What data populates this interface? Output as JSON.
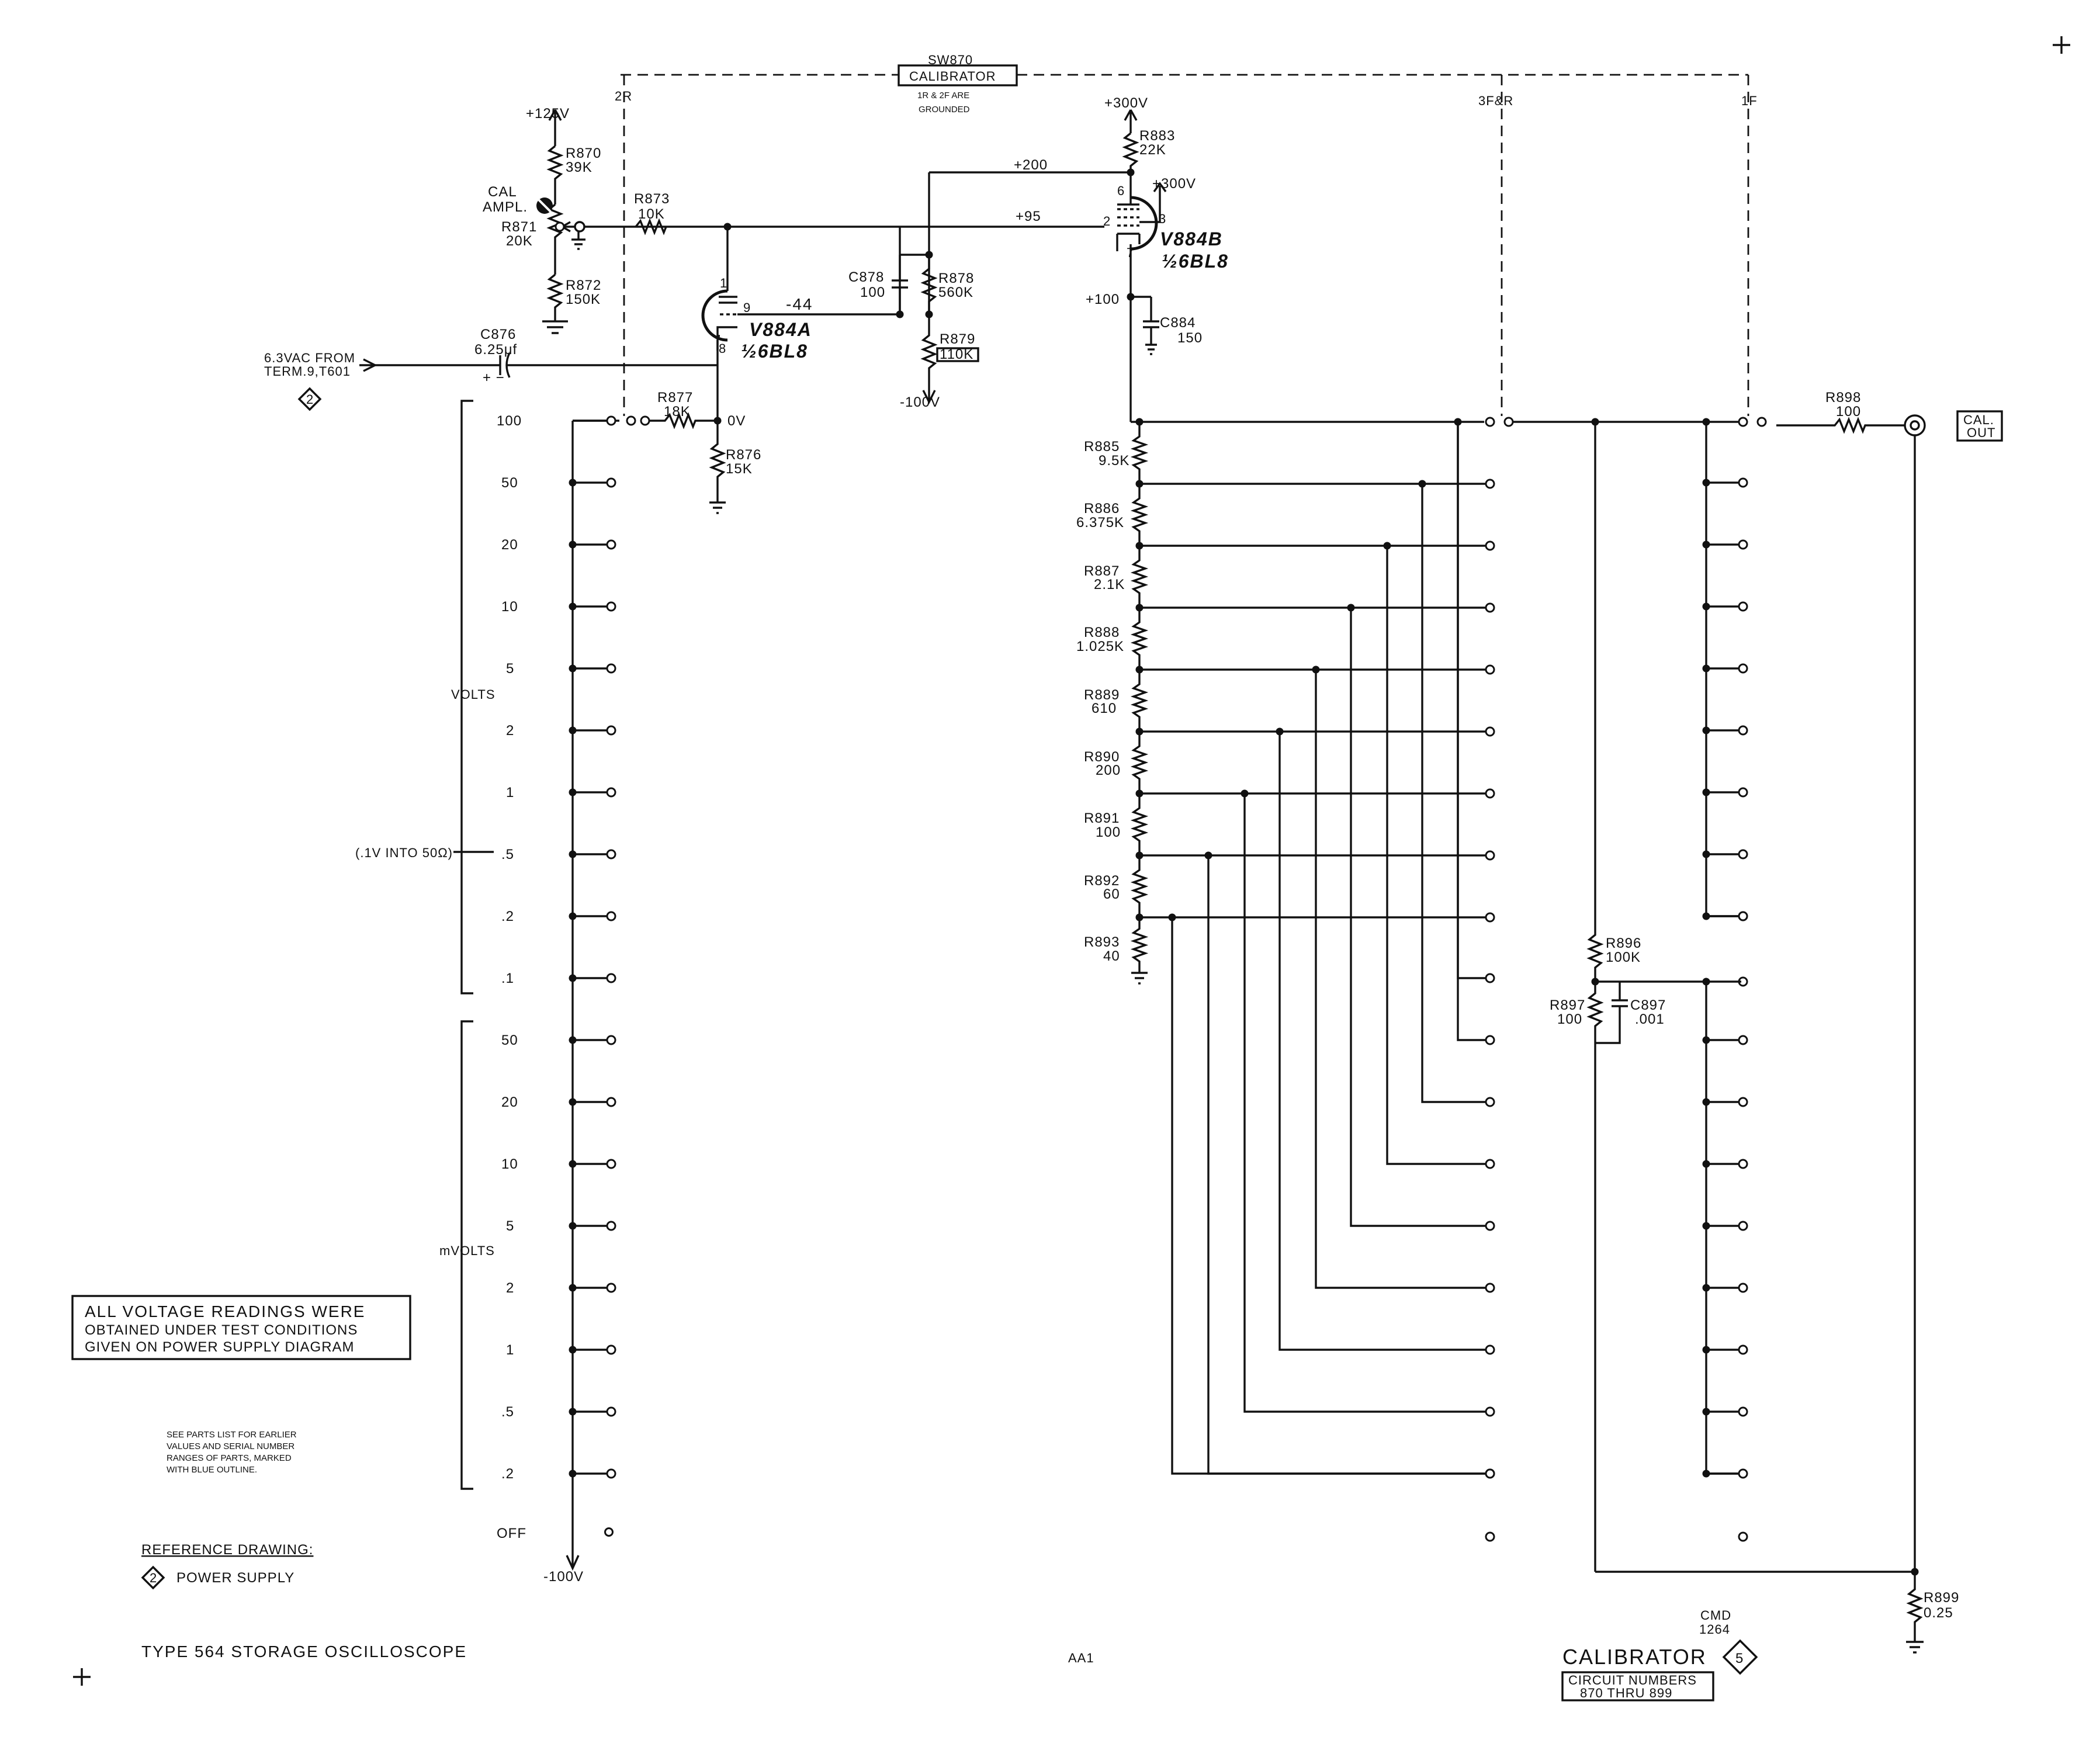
{
  "title": "TYPE 564 STORAGE OSCILLOSCOPE",
  "diagram_title": "CALIBRATOR",
  "diagram_number": "5",
  "circuit_numbers": "CIRCUIT NUMBERS 870 THRU 899",
  "cmd_label": "CMD",
  "cmd_date": "1264",
  "aa_mark": "AA1",
  "switch": {
    "name": "SW870",
    "label": "CALIBRATOR",
    "note1": "1R & 2F ARE",
    "note2": "GROUNDED",
    "pos_2r": "2R",
    "pos_3fr": "3F&R",
    "pos_1f": "1F"
  },
  "supplies": {
    "p125": "+125V",
    "p300a": "+300V",
    "p300b": "+300V",
    "m100a": "-100V",
    "m100b": "-100V"
  },
  "components": {
    "r870": "R870",
    "r870v": "39K",
    "cal_ampl": "CAL",
    "cal_ampl2": "AMPL.",
    "r871": "R871",
    "r871v": "20K",
    "r872": "R872",
    "r872v": "150K",
    "r873": "R873",
    "r873v": "10K",
    "c876": "C876",
    "c876v": "6.25μf",
    "c876_pol": "+  −",
    "src1": "6.3VAC FROM",
    "src2": "TERM.9,T601",
    "src_ref": "2",
    "v884a": "V884A",
    "v884a_t": "½6BL8",
    "v884b": "V884B",
    "v884b_t": "½6BL8",
    "c878": "C878",
    "c878v": "100",
    "r878": "R878",
    "r878v": "560K",
    "r879": "R879",
    "r879v": "110K",
    "r877": "R877",
    "r877v": "18K",
    "r876": "R876",
    "r876v": "15K",
    "r883": "R883",
    "r883v": "22K",
    "c884": "C884",
    "c884v": "150",
    "r885": "R885",
    "r885v": "9.5K",
    "r886": "R886",
    "r886v": "6.375K",
    "r887": "R887",
    "r887v": "2.1K",
    "r888": "R888",
    "r888v": "1.025K",
    "r889": "R889",
    "r889v": "610",
    "r890": "R890",
    "r890v": "200",
    "r891": "R891",
    "r891v": "100",
    "r892": "R892",
    "r892v": "60",
    "r893": "R893",
    "r893v": "40",
    "r896": "R896",
    "r896v": "100K",
    "r897": "R897",
    "r897v": "100",
    "c897": "C897",
    "c897v": ".001",
    "r898": "R898",
    "r898v": "100",
    "r899": "R899",
    "r899v": "0.25",
    "cal_out1": "CAL.",
    "cal_out2": "OUT"
  },
  "voltages": {
    "v200": "+200",
    "v95": "+95",
    "v44": "-44",
    "v100": "+100",
    "v0": "0V"
  },
  "pins": {
    "p1": "1",
    "p9": "9",
    "p8": "8",
    "p6": "6",
    "p2": "2",
    "p3": "3",
    "p7": "7"
  },
  "volts_label": "VOLTS",
  "mvolts_label": "mVOLTS",
  "volts_steps": [
    "100",
    "50",
    "20",
    "10",
    "5",
    "2",
    "1",
    ".5",
    ".2",
    ".1"
  ],
  "mvolts_steps": [
    "50",
    "20",
    "10",
    "5",
    "2",
    "1",
    ".5",
    ".2"
  ],
  "off_label": "OFF",
  "into50": "(.1V INTO 50Ω)",
  "notes": {
    "box1": "ALL VOLTAGE READINGS WERE",
    "box2": "OBTAINED UNDER TEST CONDITIONS",
    "box3": "GIVEN ON POWER SUPPLY DIAGRAM",
    "s1": "SEE PARTS LIST FOR EARLIER",
    "s2": "VALUES AND SERIAL NUMBER",
    "s3": "RANGES OF PARTS, MARKED",
    "s4": "WITH BLUE OUTLINE.",
    "ref_title": "REFERENCE DRAWING:",
    "ref_num": "2",
    "ref_name": "POWER SUPPLY"
  }
}
